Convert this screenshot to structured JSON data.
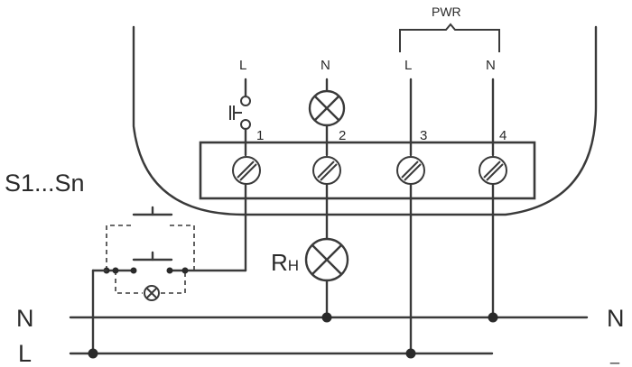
{
  "labels": {
    "pwr": "PWR",
    "pwr_l": "L",
    "pwr_n": "N",
    "bell_l": "L",
    "lamp_n": "N",
    "t1": "1",
    "t2": "2",
    "t3": "3",
    "t4": "4",
    "switches": "S1...Sn",
    "rh_main": "R",
    "rh_sub": "H",
    "bus_n_left": "N",
    "bus_l_left": "L",
    "bus_n_right": "N",
    "bus_l_right": "_"
  }
}
